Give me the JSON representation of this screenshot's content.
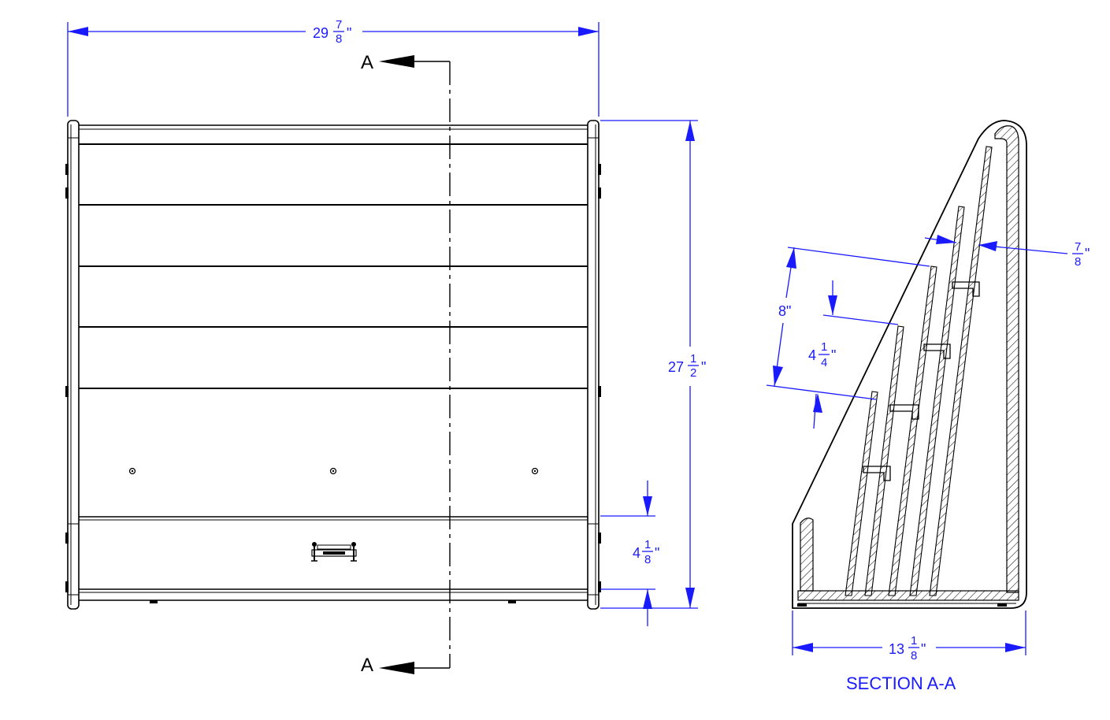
{
  "colors": {
    "dimension": "#1a1aff",
    "line": "#000000",
    "background": "#ffffff"
  },
  "section_marker": {
    "top": "A",
    "bottom": "A"
  },
  "dimensions": {
    "overall_width": {
      "whole": "29",
      "num": "7",
      "den": "8",
      "unit": "\""
    },
    "overall_height": {
      "whole": "27",
      "num": "1",
      "den": "2",
      "unit": "\""
    },
    "bottom_panel": {
      "whole": "4",
      "num": "1",
      "den": "8",
      "unit": "\""
    },
    "side_depth": {
      "whole": "13",
      "num": "1",
      "den": "8",
      "unit": "\""
    },
    "shelf_spacing": {
      "whole": "8",
      "unit": "\""
    },
    "lip_height": {
      "whole": "4",
      "num": "1",
      "den": "4",
      "unit": "\""
    },
    "wall_thickness": {
      "whole": "",
      "num": "7",
      "den": "8",
      "unit": "\""
    }
  },
  "section_title": "SECTION A-A"
}
